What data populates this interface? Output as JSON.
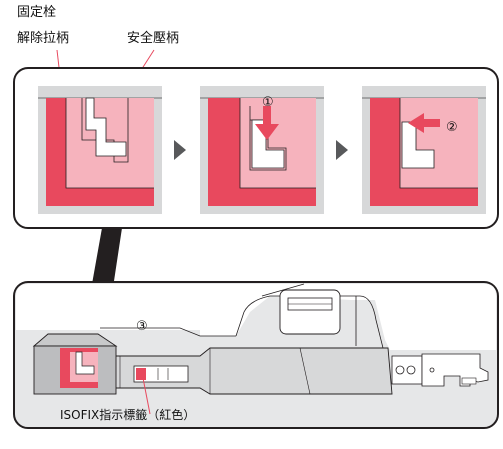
{
  "labels": {
    "release_handle_line1": "固定栓",
    "release_handle_line2": "解除拉柄",
    "safety_handle": "安全壓柄",
    "isofix_indicator": "ISOFIX指示標籤（紅色）"
  },
  "steps": {
    "step1": "①",
    "step2": "②",
    "step3": "③"
  },
  "colors": {
    "red": "#e8495e",
    "pink": "#f6b3bd",
    "gray": "#d7d8d9",
    "dark_gray": "#6d6e70",
    "outline": "#231f20"
  }
}
